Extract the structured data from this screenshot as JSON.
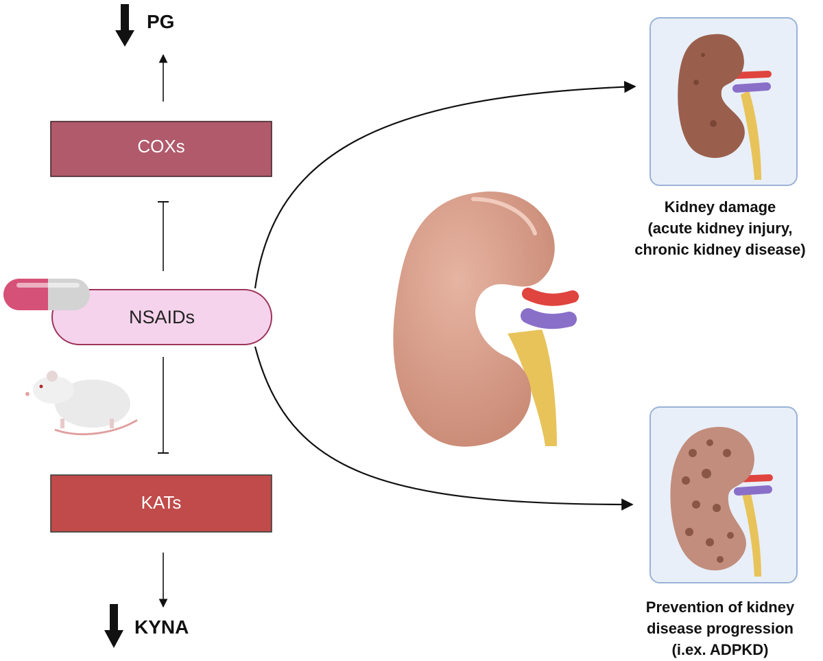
{
  "diagram": {
    "pg_label": "PG",
    "kyna_label": "KYNA",
    "coxs_label": "COXs",
    "nsaids_label": "NSAIDs",
    "kats_label": "KATs",
    "damage_caption": {
      "line1": "Kidney damage",
      "line2": "(acute kidney injury,",
      "line3": "chronic kidney disease)"
    },
    "prevention_caption": {
      "line1": "Prevention of kidney",
      "line2": "disease progression",
      "line3": "(i.ex. ADPKD)"
    }
  },
  "colors": {
    "coxs_box": "#b15a6c",
    "kats_box": "#c14a4a",
    "nsaids_pill": "#f5d3ec",
    "nsaids_border": "#9c3558",
    "panel_bg": "#e8eff8",
    "panel_border": "#9ab3d8",
    "kidney": "#d49c88",
    "kidney_damaged": "#9a5f4c",
    "artery": "#e0443e",
    "vein": "#8a6fc9",
    "ureter": "#e8c35a"
  },
  "icons": [
    "down-arrow-icon",
    "capsule-icon",
    "rat-icon",
    "kidney-icon",
    "damaged-kidney-icon",
    "polycystic-kidney-icon"
  ]
}
